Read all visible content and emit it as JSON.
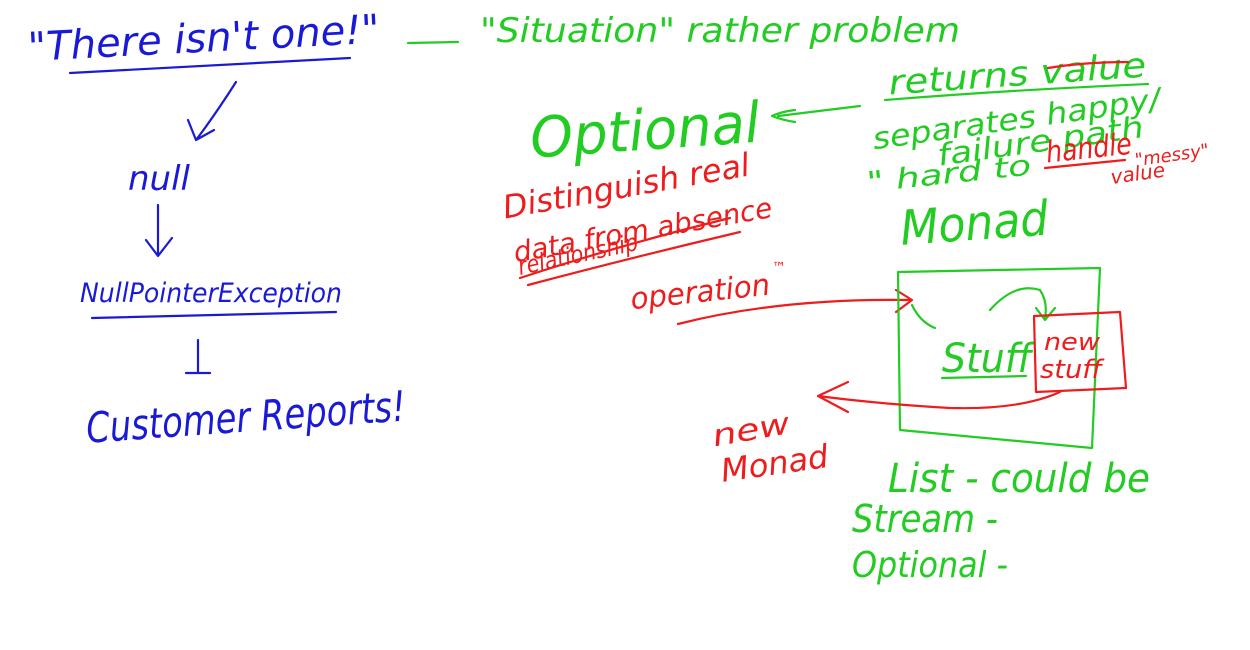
{
  "colors": {
    "blue_ink": "#1a1ad6",
    "green_ink": "#22cc22",
    "red_ink": "#ee1c1c",
    "background": "#ffffff"
  },
  "blue_notes": {
    "quote": "\"There isn't one!\"",
    "null": "null",
    "npe": "NullPointerException",
    "reports": "Customer Reports!"
  },
  "green_notes": {
    "situation": "\"Situation\" rather problem",
    "optional": "Optional",
    "returns_value": "returns value",
    "separates": "separates happy/",
    "failure_path": "failure path",
    "hard_to": "\" hard to",
    "monad": "Monad",
    "stuff": "Stuff",
    "list": "List - could be",
    "stream": "Stream -",
    "optional_item": "Optional -"
  },
  "red_notes": {
    "distinguish_1": "Distinguish real",
    "distinguish_2": "data from absence",
    "relationship": "relationship",
    "handle": "handle",
    "messy": "\"messy\"",
    "value": "value",
    "operation": "operation",
    "operation_mark": "™",
    "new_stuff_1": "new",
    "new_stuff_2": "stuff",
    "new_monad_1": "new",
    "new_monad_2": "Monad"
  }
}
